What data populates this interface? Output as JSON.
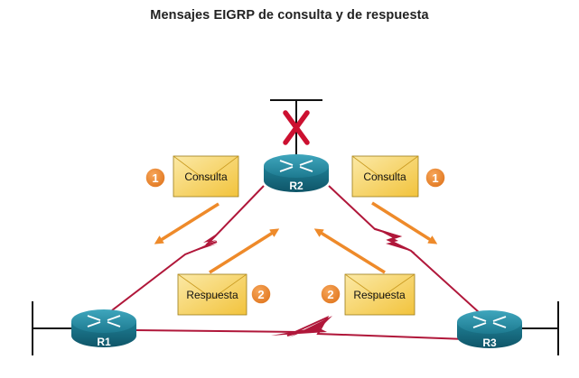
{
  "title": "Mensajes EIGRP de consulta y de respuesta",
  "routers": {
    "r1": "R1",
    "r2": "R2",
    "r3": "R3"
  },
  "messages": {
    "query_left": {
      "label": "Consulta",
      "step": "1"
    },
    "query_right": {
      "label": "Consulta",
      "step": "1"
    },
    "reply_left": {
      "label": "Respuesta",
      "step": "2"
    },
    "reply_right": {
      "label": "Respuesta",
      "step": "2"
    }
  },
  "colors": {
    "link": "#b0173a",
    "arrow": "#ee8a2a",
    "envelope": "#f7d154",
    "badge": "#ee8a2a",
    "router": "#1f7f95",
    "failure": "#cc1030"
  },
  "icons": {
    "failure": "x-mark-icon",
    "message": "envelope-icon",
    "router": "router-icon"
  }
}
